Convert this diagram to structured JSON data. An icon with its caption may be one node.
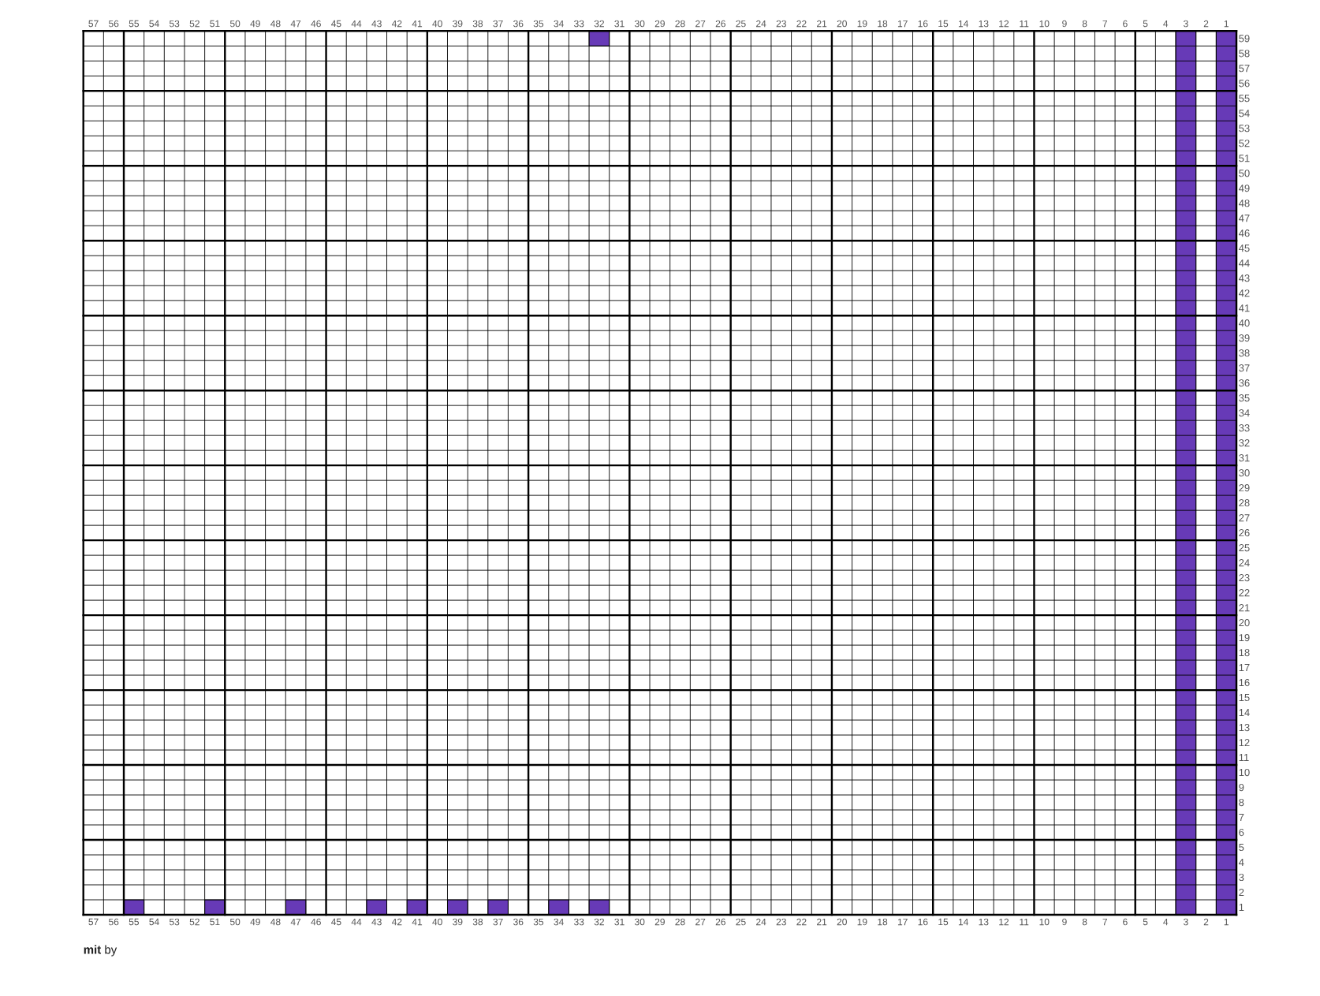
{
  "diagram": {
    "caption": "**mit** by",
    "nodes": [
      {
        "text": [],
        "shape": "box"
      },
      {
        "text": [],
        "shape": "box"
      },
      {
        "text": [],
        "shape": "box"
      },
      {
        "text": [],
        "shape": "box"
      },
      {
        "text": [],
        "shape": "box"
      },
      {
        "text": [],
        "shape": "box"
      },
      {
        "text": [],
        "shape": "box"
      },
      {
        "text": [],
        "shape": "box"
      },
      {
        "text": [],
        "shape": "box"
      },
      {
        "text": [],
        "shape": "box"
      },
      {
        "text": [],
        "shape": "box"
      },
      {
        "text": [],
        "shape": "box"
      }
    ],
    "labels": [
      "57",
      "56",
      "55",
      "54",
      "53",
      "52",
      "51",
      "50",
      "49",
      "48",
      "47",
      "46",
      "45",
      "44",
      "43",
      "42",
      "41",
      "40",
      "39",
      "38",
      "37",
      "36",
      "35",
      "34",
      "33",
      "32",
      "31",
      "30",
      "29",
      "28",
      "27",
      "26",
      "25",
      "24",
      "23",
      "22",
      "21",
      "20",
      "19",
      "18",
      "17",
      "16",
      "15",
      "14",
      "13",
      "12",
      "11",
      "10",
      "9",
      "8",
      "7",
      "6",
      "5",
      "4",
      "3",
      "2",
      "1",
      "59",
      "58",
      "57",
      "56",
      "55",
      "54",
      "53",
      "52",
      "51",
      "50",
      "49",
      "48",
      "47",
      "46",
      "45",
      "44",
      "43",
      "42",
      "41",
      "40",
      "39",
      "38",
      "37",
      "36",
      "35",
      "34",
      "33",
      "32",
      "31",
      "30",
      "29",
      "28",
      "27",
      "26",
      "25",
      "24",
      "23",
      "22",
      "21",
      "20",
      "19",
      "18",
      "17",
      "16",
      "15",
      "14",
      "13",
      "12",
      "11",
      "10",
      "9",
      "8",
      "7",
      "6",
      "5",
      "4",
      "3",
      "2",
      "1",
      "57",
      "56",
      "55",
      "54",
      "53",
      "52",
      "51",
      "50",
      "49",
      "48",
      "47",
      "46",
      "45",
      "44",
      "43",
      "42",
      "41",
      "40",
      "39",
      "38",
      "37",
      "36",
      "35",
      "34",
      "33",
      "32",
      "31",
      "30",
      "29",
      "28",
      "27",
      "26",
      "25",
      "24",
      "23",
      "22",
      "21",
      "20",
      "19",
      "18",
      "17",
      "16",
      "15",
      "14",
      "13",
      "12",
      "11",
      "10",
      "9",
      "8",
      "7",
      "6",
      "5",
      "4",
      "3",
      "2",
      "1"
    ]
  }
}
